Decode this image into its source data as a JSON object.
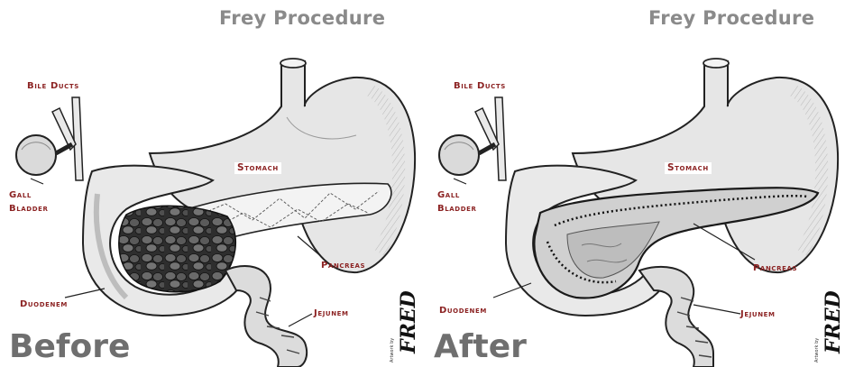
{
  "panels": [
    {
      "header": "Frey Procedure",
      "caption": "Before",
      "labels": {
        "bile_ducts": "Bile Ducts",
        "gall": "Gall",
        "bladder": "Bladder",
        "stomach": "Stomach",
        "pancreas": "Pancreas",
        "duodenem": "Duodenem",
        "jejunem": "Jejunem"
      },
      "signature": "FRED",
      "credit": "Artwork by"
    },
    {
      "header": "Frey Procedure",
      "caption": "After",
      "labels": {
        "bile_ducts": "Bile Ducts",
        "gall": "Gall",
        "bladder": "Bladder",
        "stomach": "Stomach",
        "pancreas": "Pancreas",
        "duodenem": "Duodenem",
        "jejunem": "Jejunem"
      },
      "signature": "FRED",
      "credit": "Artwork by"
    }
  ],
  "colors": {
    "label": "#8c2323",
    "header": "#8a8a8a",
    "caption": "#6f6f6f",
    "outline": "#222222",
    "organ_fill": "#e4e4e4",
    "tissue_fill": "#3b3b3b"
  }
}
